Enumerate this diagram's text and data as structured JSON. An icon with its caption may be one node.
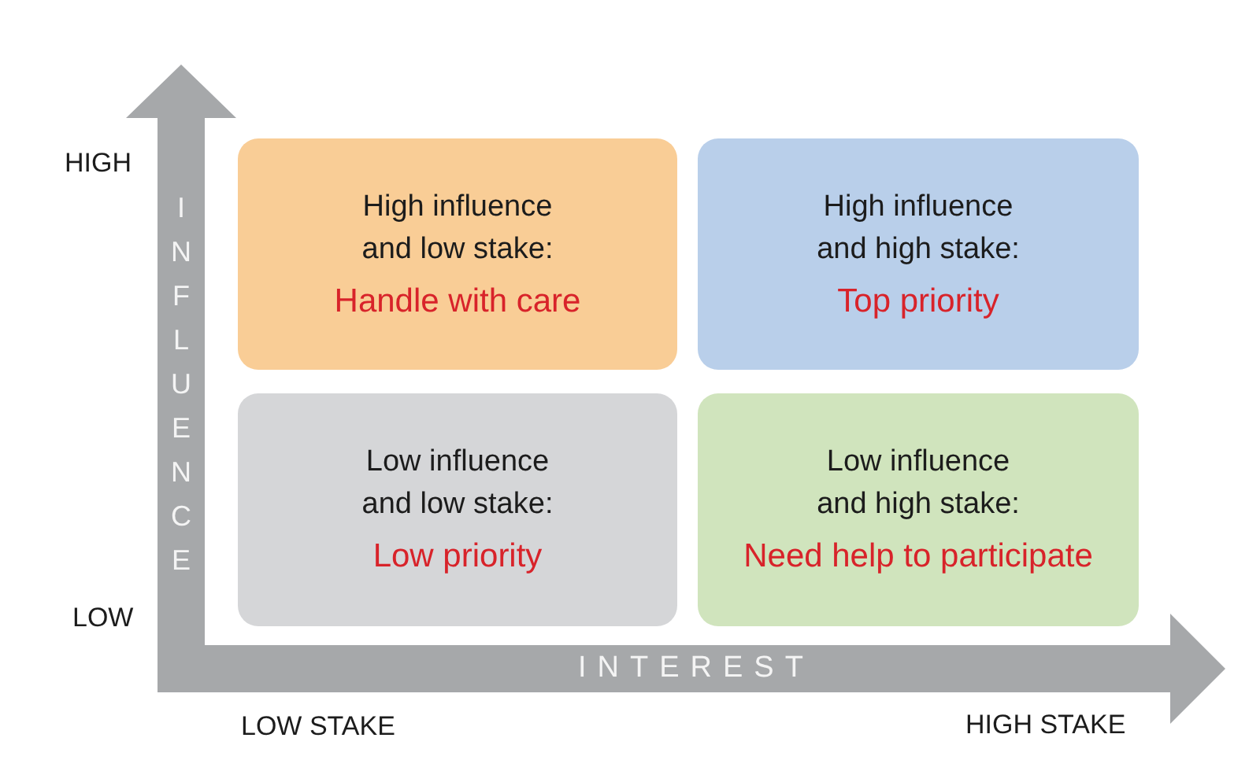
{
  "diagram": {
    "nodes": [
      {
        "text": [
          "High influence and low stake:",
          "Handle with care"
        ]
      },
      {
        "text": [
          "High influence and high stake:",
          "Top priority"
        ]
      },
      {
        "text": [
          "Low influence and low stake:",
          "Low priority"
        ]
      },
      {
        "text": [
          "Low influence and high stake:",
          "Need help to participate"
        ]
      }
    ],
    "labels": [
      "HIGH",
      "INFLUENCE",
      "LOW",
      "INTEREST",
      "LOW STAKE",
      "HIGH STAKE"
    ]
  }
}
